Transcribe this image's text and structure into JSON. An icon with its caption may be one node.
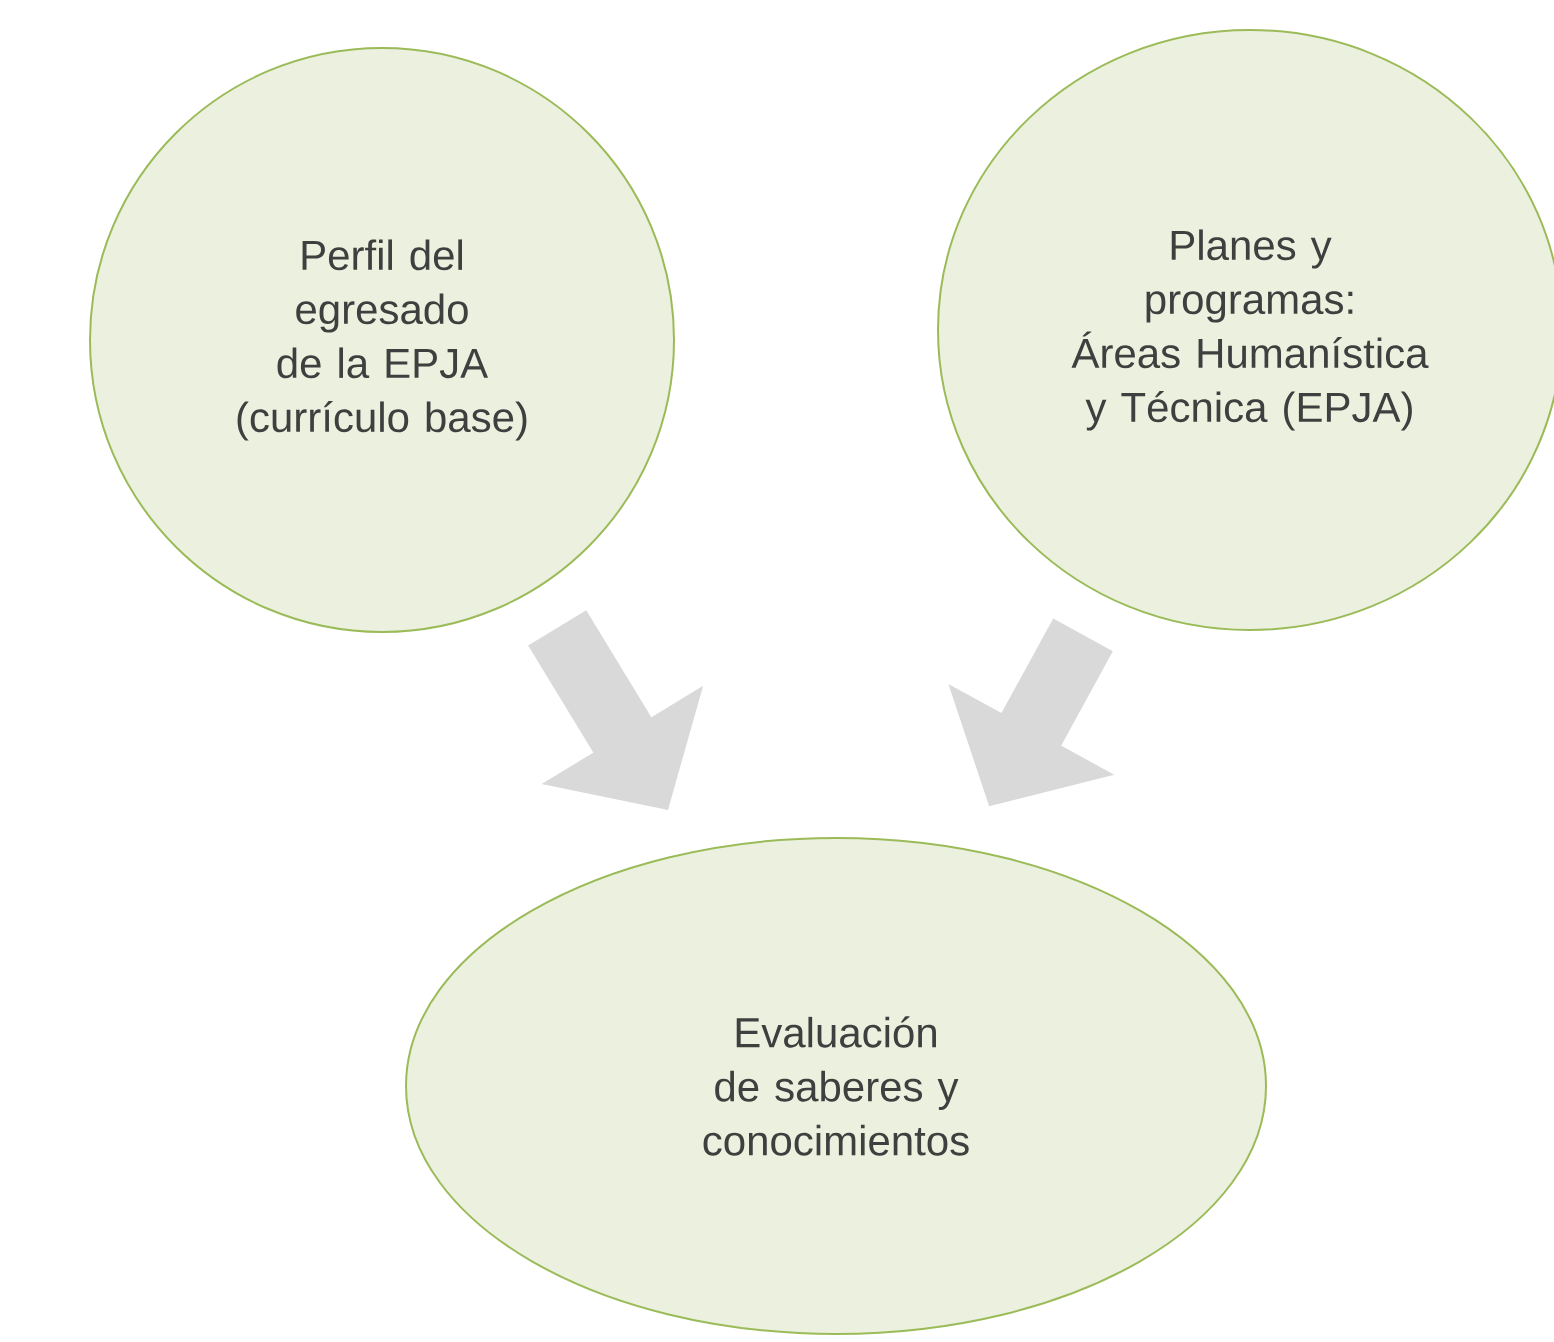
{
  "diagram": {
    "nodes": [
      {
        "text": [
          "Perfil del egresado de la EPJA (currículo base)"
        ]
      },
      {
        "text": [
          "Planes y programas: Áreas Humanística y Técnica (EPJA)"
        ]
      },
      {
        "text": [
          "Evaluación de saberes y conocimientos"
        ]
      }
    ],
    "edges": [
      {
        "from": 0,
        "to": 2,
        "arrow": "to"
      },
      {
        "from": 1,
        "to": 2,
        "arrow": "to"
      }
    ]
  }
}
